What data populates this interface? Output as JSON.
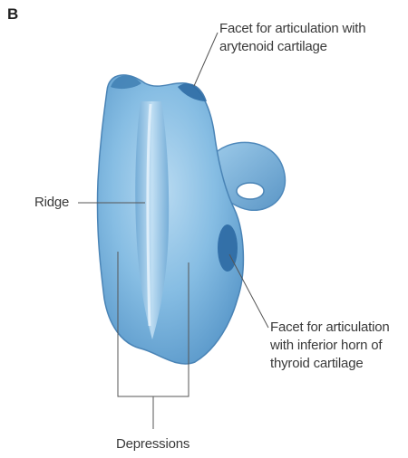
{
  "figure": {
    "panel_letter": "B",
    "labels": {
      "facet_arytenoid": [
        "Facet for articulation with",
        "arytenoid cartilage"
      ],
      "ridge": "Ridge",
      "facet_thyroid": [
        "Facet for articulation",
        "with inferior horn of",
        "thyroid cartilage"
      ],
      "depressions": "Depressions"
    },
    "colors": {
      "cartilage_fill": "#7fb6dd",
      "cartilage_light": "#a9d0ec",
      "cartilage_dark": "#3f7fb3",
      "facet_fill": "#2f6da5",
      "leader_line": "#555555",
      "text": "#3a3a3a"
    }
  }
}
